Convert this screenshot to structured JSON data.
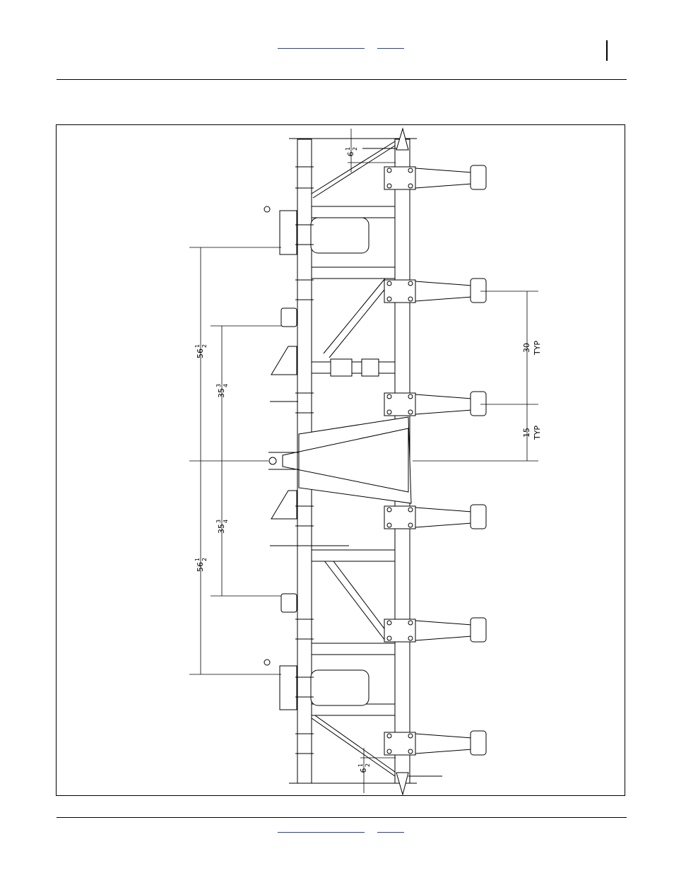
{
  "header": {
    "link_visible": true
  },
  "footer": {
    "link_visible": true
  },
  "diagram": {
    "dimensions": {
      "top_offset": {
        "whole": "6",
        "num": "1",
        "den": "2"
      },
      "bottom_offset": {
        "whole": "6",
        "num": "1",
        "den": "2"
      },
      "outer_spacing_upper": {
        "whole": "56",
        "num": "1",
        "den": "2"
      },
      "outer_spacing_lower": {
        "whole": "56",
        "num": "1",
        "den": "2"
      },
      "inner_spacing_upper": {
        "whole": "35",
        "num": "3",
        "den": "4"
      },
      "inner_spacing_lower": {
        "whole": "35",
        "num": "3",
        "den": "4"
      },
      "row_spacing": {
        "value": "30",
        "note": "TYP"
      },
      "half_row_spacing": {
        "value": "15",
        "note": "TYP"
      }
    }
  }
}
